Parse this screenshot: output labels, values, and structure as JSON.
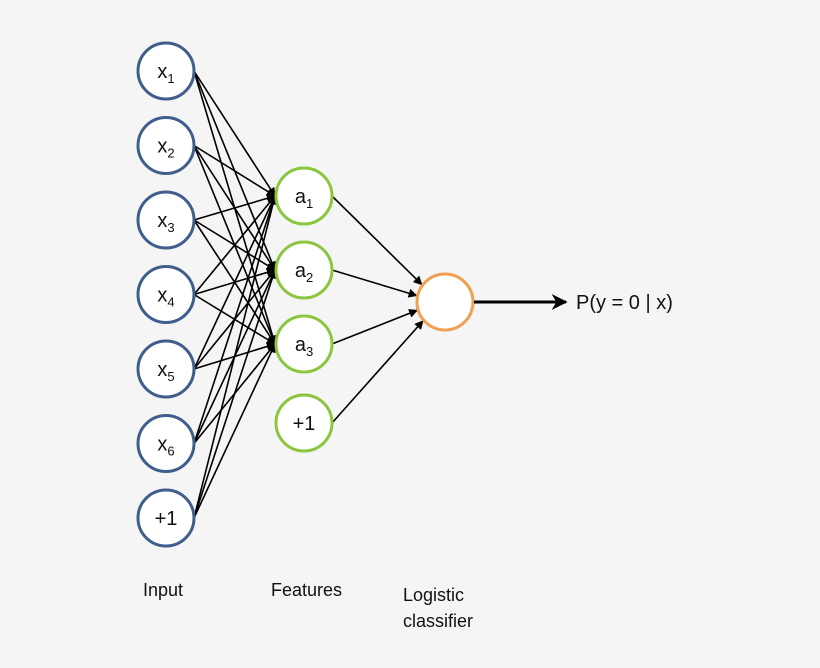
{
  "input_nodes": [
    {
      "base": "x",
      "sub": "1"
    },
    {
      "base": "x",
      "sub": "2"
    },
    {
      "base": "x",
      "sub": "3"
    },
    {
      "base": "x",
      "sub": "4"
    },
    {
      "base": "x",
      "sub": "5"
    },
    {
      "base": "x",
      "sub": "6"
    },
    {
      "base": "+1",
      "sub": ""
    }
  ],
  "feature_nodes": [
    {
      "base": "a",
      "sub": "1"
    },
    {
      "base": "a",
      "sub": "2"
    },
    {
      "base": "a",
      "sub": "3"
    }
  ],
  "feature_bias": {
    "base": "+1",
    "sub": ""
  },
  "output_label": "P(y = 0 | x)",
  "captions": {
    "input": "Input",
    "features": "Features",
    "classifier_line1": "Logistic",
    "classifier_line2": "classifier"
  },
  "colors": {
    "input_stroke": "#3f5e8c",
    "feature_stroke": "#8cc63f",
    "output_stroke": "#f0a050"
  }
}
